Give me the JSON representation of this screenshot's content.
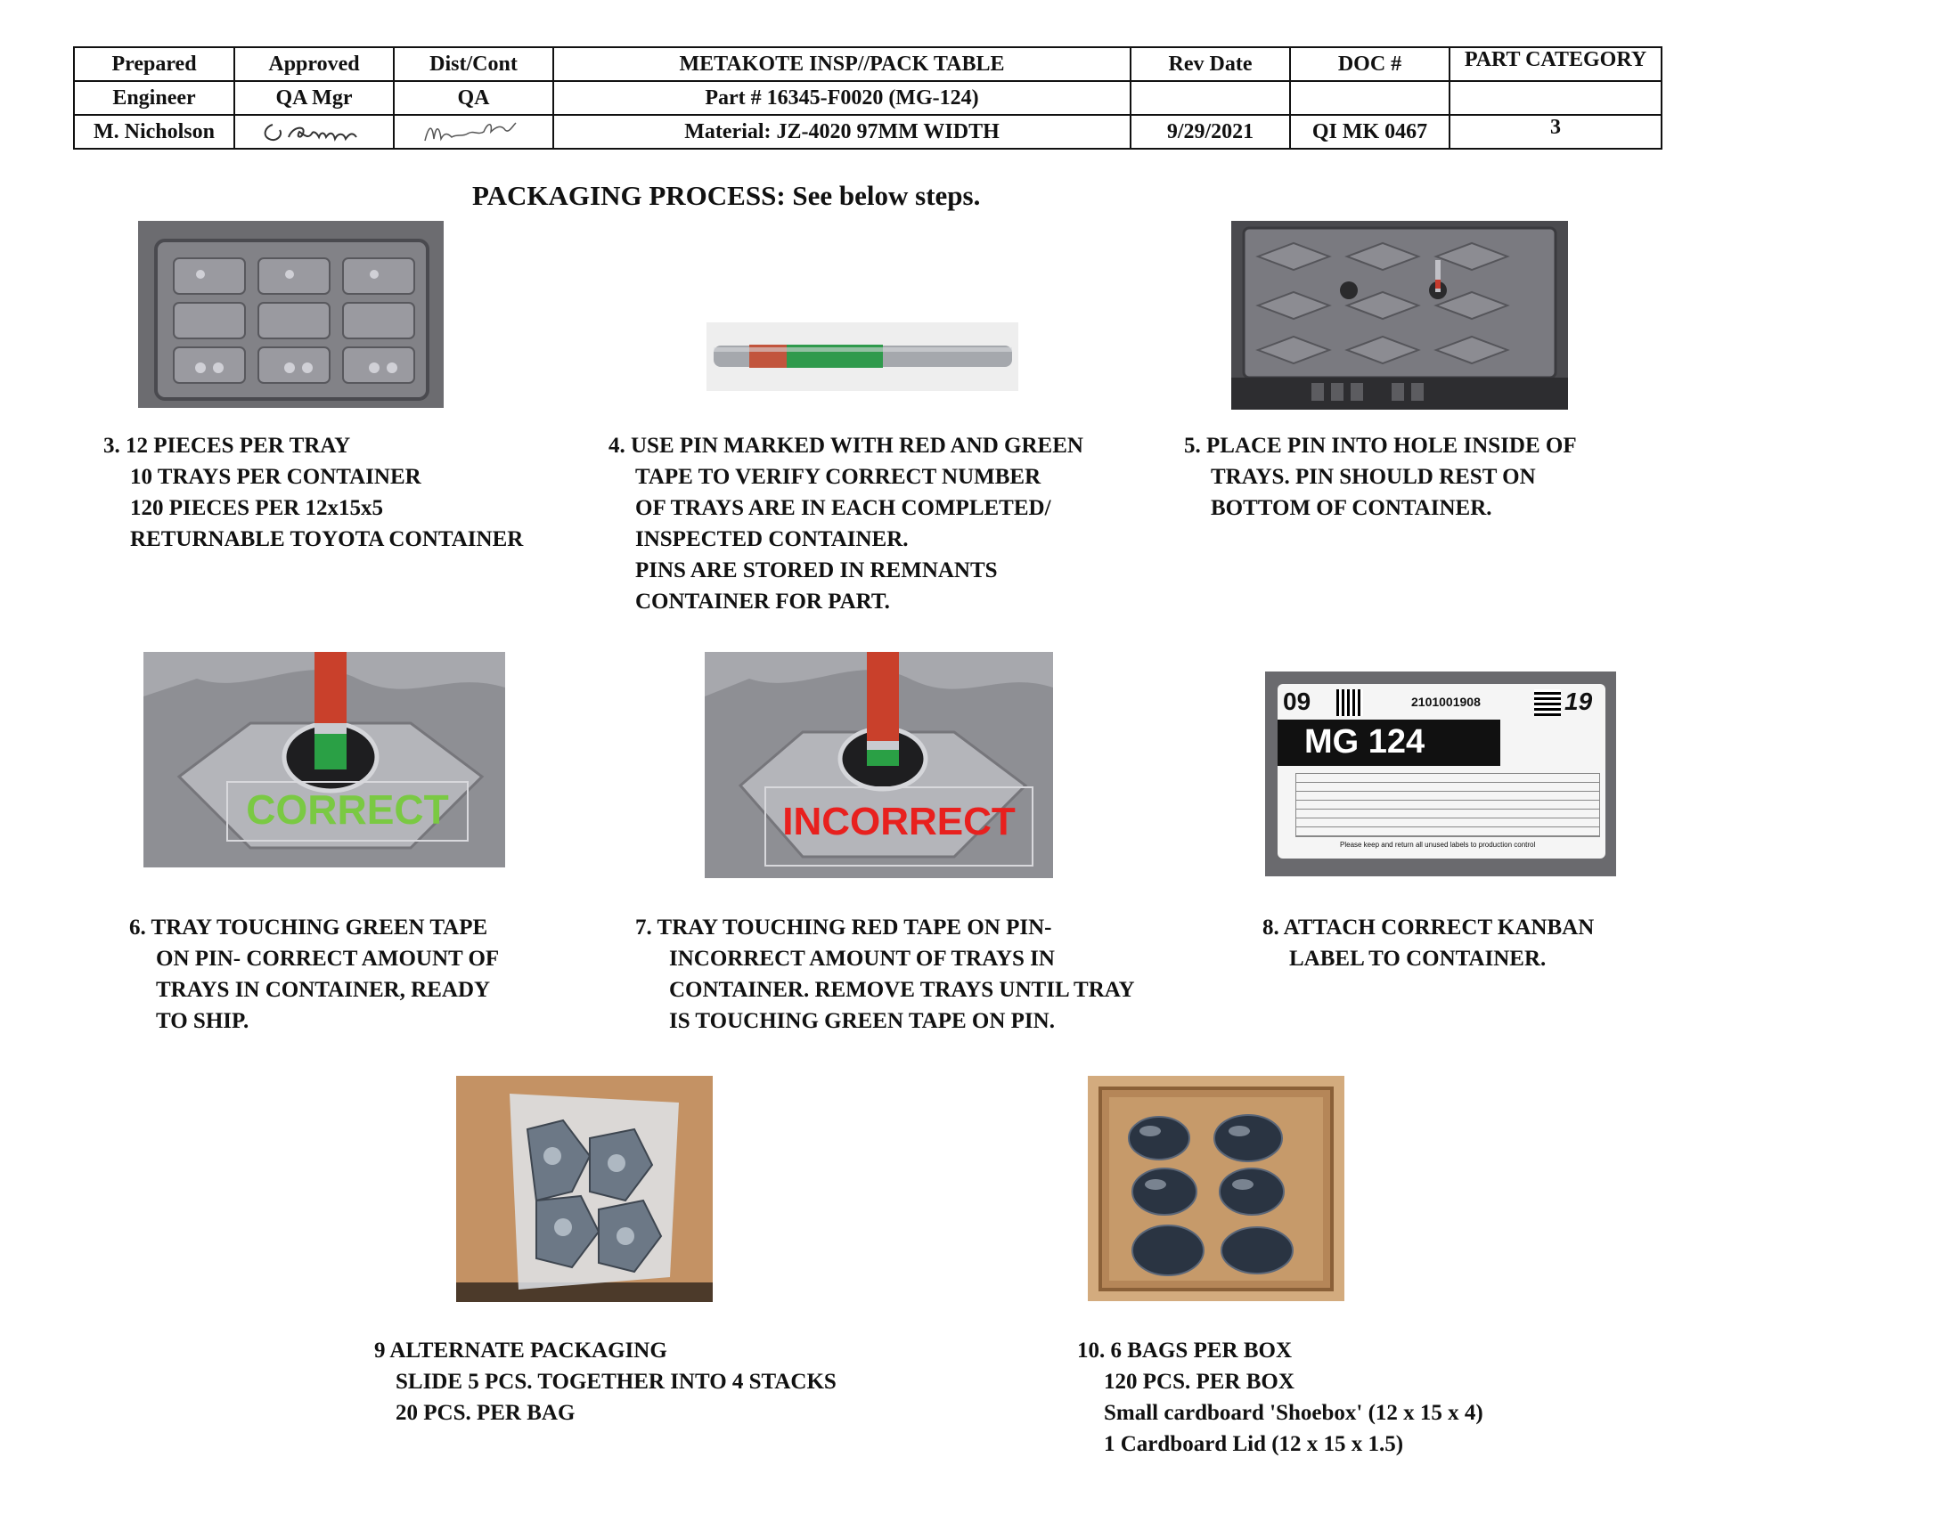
{
  "header": {
    "row1": [
      "Prepared",
      "Approved",
      "Dist/Cont",
      "METAKOTE  INSP//PACK  TABLE",
      "Rev Date",
      "DOC #",
      "PART CATEGORY"
    ],
    "row2": [
      "Engineer",
      "QA Mgr",
      "QA",
      "Part #  16345-F0020 (MG-124)",
      "",
      "",
      ""
    ],
    "row3": {
      "prepared_by": "M. Nicholson",
      "material": "Material:   JZ-4020  97MM WIDTH",
      "rev_date": "9/29/2021",
      "doc_number": "QI MK 0467",
      "part_category": "3"
    }
  },
  "title": "PACKAGING  PROCESS:  See below steps.",
  "photos": {
    "correct_label": "CORRECT",
    "incorrect_label": "INCORRECT",
    "kanban": {
      "left_num": "09",
      "right_num": "19",
      "id": "2101001908",
      "part": "MG 124",
      "footer": "Please keep and return all unused labels to production control"
    }
  },
  "steps": {
    "s3": [
      "3. 12 PIECES PER TRAY",
      "10 TRAYS PER CONTAINER",
      "120 PIECES PER 12x15x5",
      "RETURNABLE TOYOTA CONTAINER"
    ],
    "s4": [
      "4. USE PIN MARKED WITH RED AND GREEN",
      "TAPE TO VERIFY CORRECT NUMBER",
      "OF TRAYS ARE IN EACH COMPLETED/",
      "INSPECTED CONTAINER.",
      "PINS ARE STORED IN REMNANTS",
      "CONTAINER FOR PART."
    ],
    "s5": [
      "5. PLACE PIN INTO HOLE INSIDE OF",
      "TRAYS. PIN SHOULD REST ON",
      "BOTTOM OF CONTAINER."
    ],
    "s6": [
      "6. TRAY TOUCHING GREEN TAPE",
      "ON PIN- CORRECT AMOUNT OF",
      "TRAYS IN CONTAINER, READY",
      "TO SHIP."
    ],
    "s7": [
      "7. TRAY TOUCHING RED TAPE ON PIN-",
      "INCORRECT AMOUNT OF TRAYS IN",
      "CONTAINER. REMOVE TRAYS UNTIL TRAY",
      "IS TOUCHING GREEN TAPE ON PIN."
    ],
    "s8": [
      "8. ATTACH CORRECT KANBAN",
      "LABEL TO CONTAINER."
    ],
    "s9": [
      "9  ALTERNATE PACKAGING",
      "SLIDE 5 PCS. TOGETHER INTO 4 STACKS",
      "20 PCS. PER BAG"
    ],
    "s10": [
      "10. 6 BAGS PER BOX",
      "120 PCS. PER BOX",
      "Small cardboard 'Shoebox' (12 x 15 x 4)",
      "1 Cardboard Lid (12 x 15 x 1.5)"
    ]
  }
}
